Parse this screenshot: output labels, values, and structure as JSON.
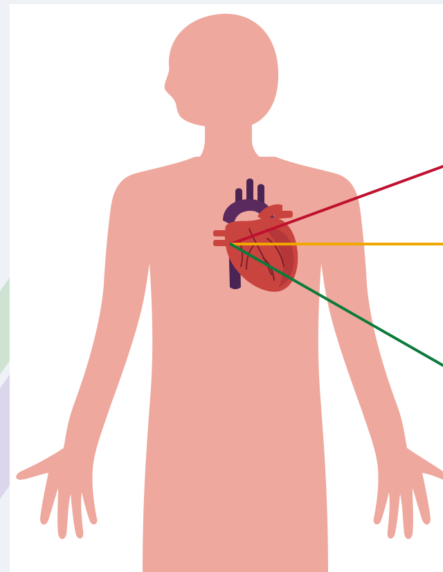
{
  "figure": {
    "subject": "human-body-silhouette",
    "organ": "heart",
    "colors": {
      "page_background": "#eef2f7",
      "card_background": "#ffffff",
      "body_skin": "#eea89d",
      "heart_muscle": "#c9443e",
      "heart_dark": "#4a2453",
      "heart_vessels": "#8e2a33",
      "pointer_red": "#c0102f",
      "pointer_yellow": "#f0a800",
      "pointer_green": "#0c7a3b"
    },
    "pointers": [
      {
        "name": "pointer-line-red",
        "color_key": "pointer_red"
      },
      {
        "name": "pointer-line-yellow",
        "color_key": "pointer_yellow"
      },
      {
        "name": "pointer-line-green",
        "color_key": "pointer_green"
      }
    ]
  }
}
